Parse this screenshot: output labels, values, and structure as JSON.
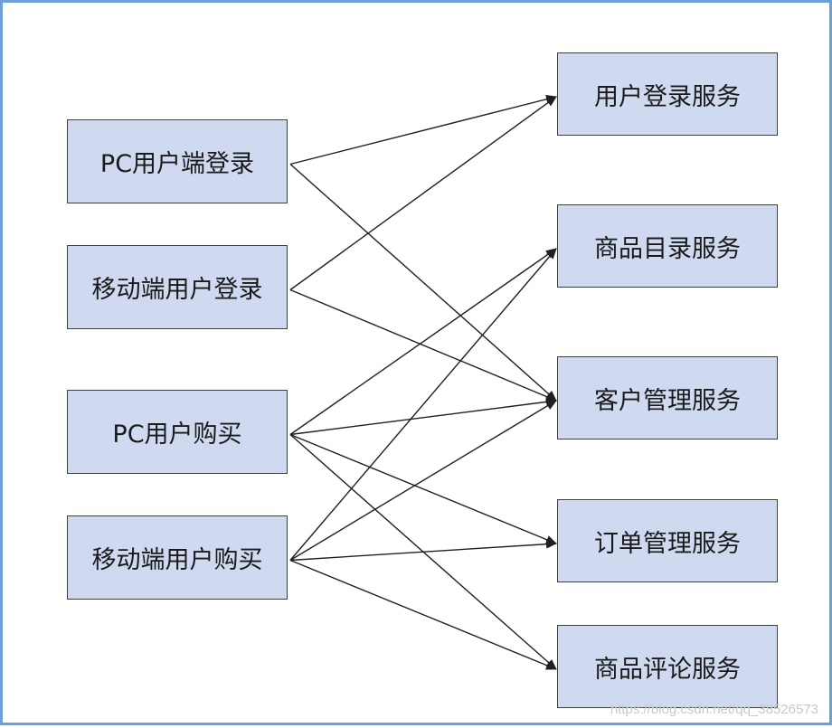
{
  "diagram": {
    "clients": [
      {
        "id": "pc-login",
        "label": "PC用户端登录"
      },
      {
        "id": "mobile-login",
        "label": "移动端用户登录"
      },
      {
        "id": "pc-buy",
        "label": "PC用户购买"
      },
      {
        "id": "mobile-buy",
        "label": "移动端用户购买"
      }
    ],
    "services": [
      {
        "id": "user-login-service",
        "label": "用户登录服务"
      },
      {
        "id": "catalog-service",
        "label": "商品目录服务"
      },
      {
        "id": "customer-service",
        "label": "客户管理服务"
      },
      {
        "id": "order-service",
        "label": "订单管理服务"
      },
      {
        "id": "review-service",
        "label": "商品评论服务"
      }
    ],
    "edges": [
      {
        "from": "pc-login",
        "to": "user-login-service"
      },
      {
        "from": "pc-login",
        "to": "customer-service"
      },
      {
        "from": "mobile-login",
        "to": "user-login-service"
      },
      {
        "from": "mobile-login",
        "to": "customer-service"
      },
      {
        "from": "pc-buy",
        "to": "catalog-service"
      },
      {
        "from": "pc-buy",
        "to": "customer-service"
      },
      {
        "from": "pc-buy",
        "to": "order-service"
      },
      {
        "from": "pc-buy",
        "to": "review-service"
      },
      {
        "from": "mobile-buy",
        "to": "catalog-service"
      },
      {
        "from": "mobile-buy",
        "to": "customer-service"
      },
      {
        "from": "mobile-buy",
        "to": "order-service"
      },
      {
        "from": "mobile-buy",
        "to": "review-service"
      }
    ],
    "colors": {
      "box_fill": "#cfdaf0",
      "box_border": "#3f3f3f",
      "edge": "#1f1f1f",
      "frame": "#6e9fd6"
    }
  },
  "watermark": "https://blog.csdn.net/qq_38526573"
}
